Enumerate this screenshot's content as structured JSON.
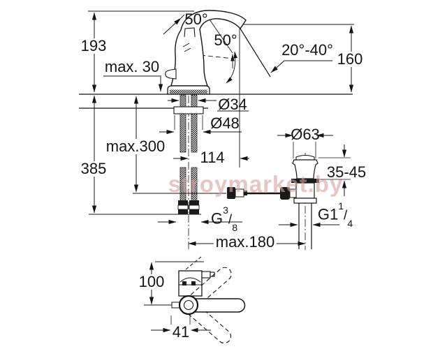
{
  "watermark": "stroymarket.by",
  "views": {
    "front": {
      "total_height": "193",
      "max_deck_thickness": "max. 30",
      "handle_angle": "50°",
      "spout_swivel_angle": "50°",
      "stream_angle_range": "20°-40°",
      "spout_outlet_height": "160",
      "shank_diameter": "Ø34",
      "base_diameter": "Ø48",
      "spout_reach": "114",
      "max_hose_drop": "max.300",
      "overall_below_height": "385",
      "max_rod_reach": "max.180",
      "supply_thread": {
        "prefix": "G",
        "numerator": "3",
        "slash": "/",
        "denominator": "8"
      }
    },
    "drain": {
      "flange_diameter": "Ø63",
      "clamp_range": "35-45",
      "waste_thread": {
        "prefix": "G1",
        "numerator": "1",
        "slash": "/",
        "denominator": "4"
      }
    },
    "plan": {
      "body_depth": "100",
      "handle_offset": "41"
    }
  }
}
